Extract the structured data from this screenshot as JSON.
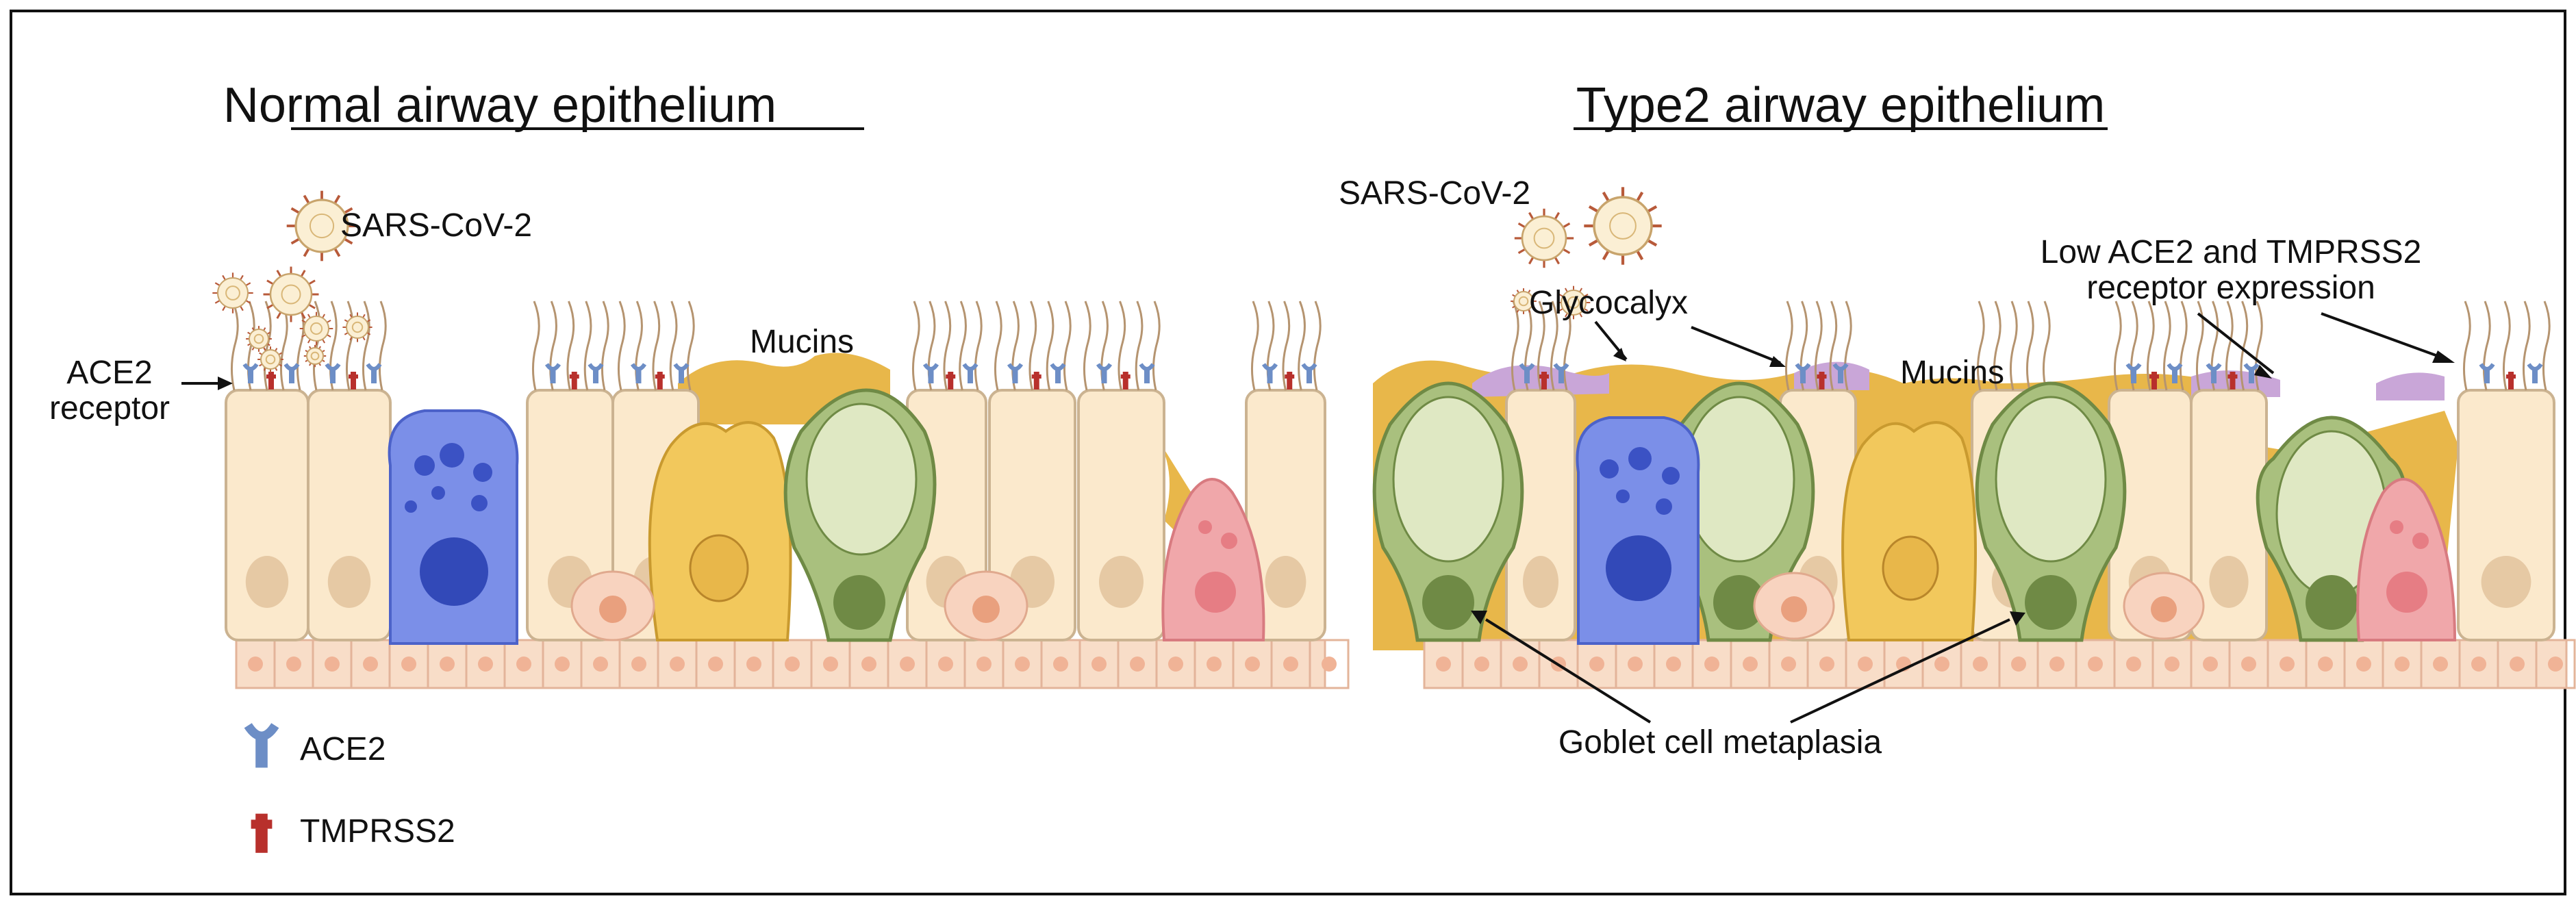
{
  "panels": {
    "normal": {
      "title": "Normal airway epithelium",
      "virus_label": "SARS-CoV-2",
      "ace2_receptor_label_line1": "ACE2",
      "ace2_receptor_label_line2": "receptor",
      "mucins_label": "Mucins"
    },
    "type2": {
      "title": "Type2 airway epithelium",
      "virus_label": "SARS-CoV-2",
      "glycocalyx_label": "Glycocalyx",
      "mucins_label": "Mucins",
      "low_expression_line1": "Low ACE2 and TMPRSS2",
      "low_expression_line2": "receptor expression",
      "goblet_label": "Goblet cell metaplasia"
    }
  },
  "legend": {
    "ace2": "ACE2",
    "tmprss2": "TMPRSS2"
  },
  "colors": {
    "ciliated_cell": "#fbe9cc",
    "cell_outline": "#cbb391",
    "mucus": "#e8b74a",
    "glycocalyx": "#c9a6d8",
    "goblet_cell": "#a9c07e",
    "goblet_dark": "#6f8a45",
    "blue_cell": "#7b8fe8",
    "blue_nucleus": "#3249b8",
    "club_cell": "#f2c85c",
    "pink_cell": "#f0a7aa",
    "basal_cell": "#f8d3bf",
    "ace2_receptor": "#6d8ec6",
    "tmprss2_receptor": "#b8302c",
    "virus": "#b85a3a"
  }
}
